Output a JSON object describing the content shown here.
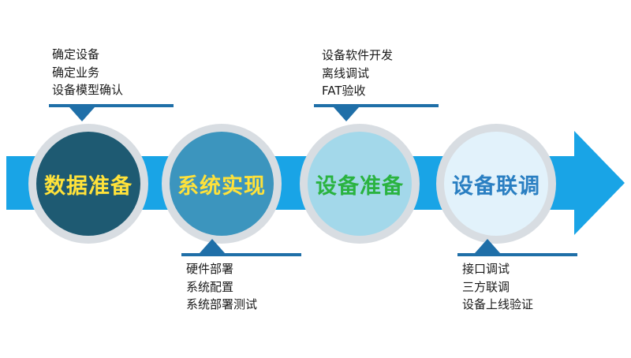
{
  "stages": [
    {
      "label": "数据准备",
      "fill": "#1e5a72",
      "text_color": "#ffe23a"
    },
    {
      "label": "系统实现",
      "fill": "#3c95be",
      "text_color": "#ffe23a"
    },
    {
      "label": "设备准备",
      "fill": "#a3d8ea",
      "text_color": "#2ab340"
    },
    {
      "label": "设备联调",
      "fill": "#e2f2fb",
      "text_color": "#2a7fc2"
    }
  ],
  "notes": {
    "data_prep": [
      "确定设备",
      "确定业务",
      "设备模型确认"
    ],
    "system_impl": [
      "硬件部署",
      "系统配置",
      "系统部署测试"
    ],
    "device_prep": [
      "设备软件开发",
      "离线调试",
      "FAT验收"
    ],
    "device_joint": [
      "接口调试",
      "三方联调",
      "设备上线验证"
    ]
  },
  "colors": {
    "arrow": "#19a4e6",
    "callout": "#1f6fa8",
    "ring": "#d8dde2"
  }
}
